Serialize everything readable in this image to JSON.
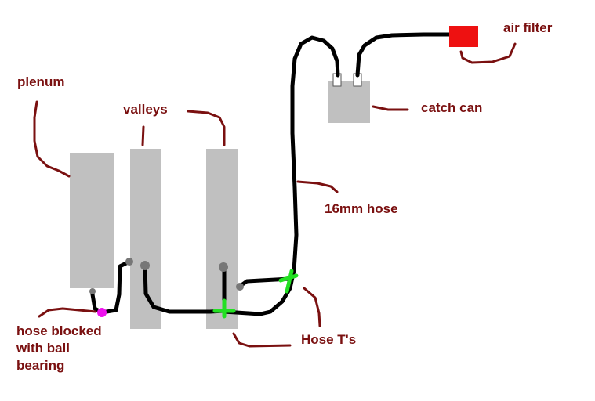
{
  "labels": {
    "plenum": "plenum",
    "valleys": "valleys",
    "catch_can": "catch can",
    "air_filter": "air filter",
    "hose": "16mm hose",
    "tees": "Hose T's",
    "blocked": "hose blocked\nwith ball\nbearing"
  },
  "colors": {
    "label_text": "#7a1010",
    "leader_lines": "#7a1010",
    "hose": "#000000",
    "blocks": "#c0c0c0",
    "ports": "#777777",
    "tee": "#22e022",
    "air_filter": "#ee1111",
    "ball_bearing": "#ee11ee"
  }
}
